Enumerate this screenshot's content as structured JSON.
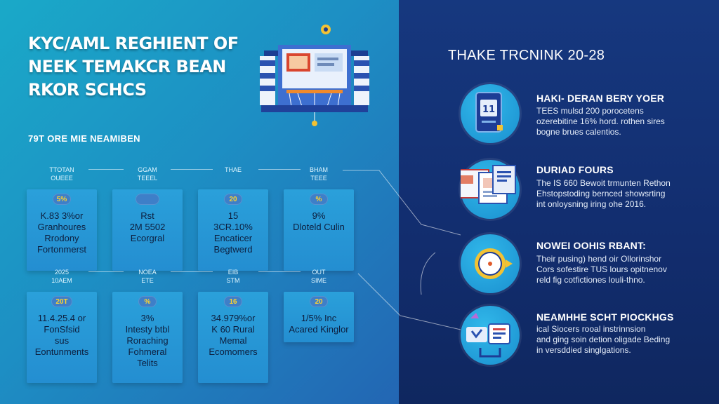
{
  "left": {
    "title_lines": [
      "KYC/AML REGHIENT OF",
      "NEEK TEMAKCR BEAN",
      "RKOR SCHCS"
    ],
    "section_label": "79T ORE MIE NEAMIBEN",
    "row1": {
      "headers": [
        [
          "TTOTAN",
          "OUEEE"
        ],
        [
          "GGAM",
          "TEEEL"
        ],
        [
          "THAE",
          ""
        ],
        [
          "BHAM",
          "TEEE"
        ]
      ],
      "cards": [
        {
          "badge": "5%",
          "text": "K.83 3%or\nGranhoures\nRrodony\nFortonmerst"
        },
        {
          "badge": "",
          "text": "Rst\n2M 5502\nEcorgral"
        },
        {
          "badge": "20",
          "text": "15\n3CR.10%\nEncaticer\nBegtwerd"
        },
        {
          "badge": "%",
          "text": "9%\nDloteld Culin"
        }
      ]
    },
    "row2": {
      "headers": [
        [
          "2025",
          "10AEM"
        ],
        [
          "NOEA",
          "ETE"
        ],
        [
          "EIB",
          "STM"
        ],
        [
          "OUT",
          "SIME"
        ]
      ],
      "cards": [
        {
          "badge": "20T",
          "text": "11.4.25.4 or\nFonSfsid\nsus\nEontunments"
        },
        {
          "badge": "%",
          "text": "3%\nIntesty btbl\nRoraching\nFohmeral\nTelits"
        },
        {
          "badge": "16",
          "text": "34.979%or\nK 60 Rural\nMemal\nEcomomers"
        },
        {
          "badge": "20",
          "text": "1/5% Inc\nAcared Kinglor"
        }
      ]
    }
  },
  "right": {
    "timeline_title": "THAKE TRCNINK 20-28",
    "features": [
      {
        "icon": "card-reader-icon",
        "heading": "HAKI- DERAN BERY YOER",
        "body": "TEES mulsd 200 porocetens\nozerebitine 16% hord. rothen sires\nbogne brues calentios."
      },
      {
        "icon": "documents-icon",
        "heading": "DURIAD FOURS",
        "body": "The IS 660 Bewoit trmunten Rethon\nEhstopstoding bernced showsrting\nint onloysning iring ohe 2016."
      },
      {
        "icon": "compass-icon",
        "heading": "NOWEI OOHIS RBANT:",
        "body": "Their pusing) hend oir Ollorinshor\nCors sofestire TUS lours opitnenov\nreld fig cotfictiones louli-thno."
      },
      {
        "icon": "scale-icon",
        "heading": "NEAMHHE SCHT PIOCKHGS",
        "body": "ical Siocers rooal instrinnsion\nand ging soin detion oligade Beding\nin versddied singlgations."
      }
    ]
  },
  "colors": {
    "left_bg_start": "#1aa9c8",
    "left_bg_end": "#2366b3",
    "right_bg": "#122d6e",
    "card_bg": "#2a9ddb",
    "badge_text": "#ffd32e",
    "card_text": "#0d1f3f",
    "icon_circle": "#2aa8e2"
  }
}
